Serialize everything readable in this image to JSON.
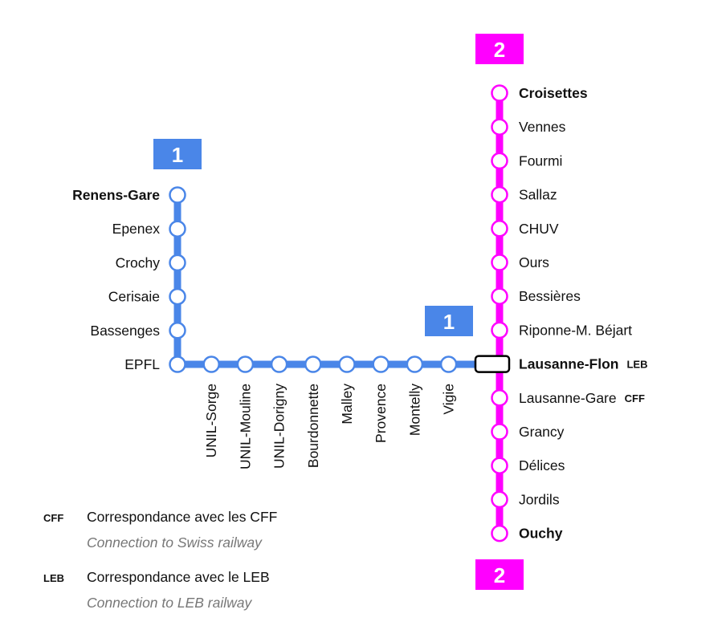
{
  "colors": {
    "line1": "#4a86e8",
    "line2": "#ff00ff",
    "station_fill": "#ffffff",
    "interchange_stroke": "#000000",
    "text": "#111111",
    "legend_sub_text": "#777777"
  },
  "line1": {
    "name": "1",
    "badges": [
      "1",
      "1"
    ],
    "vertical_stations": [
      {
        "name": "Renens-Gare",
        "bold": true
      },
      {
        "name": "Epenex",
        "bold": false
      },
      {
        "name": "Crochy",
        "bold": false
      },
      {
        "name": "Cerisaie",
        "bold": false
      },
      {
        "name": "Bassenges",
        "bold": false
      },
      {
        "name": "EPFL",
        "bold": false
      }
    ],
    "horizontal_stations": [
      {
        "name": "UNIL-Sorge"
      },
      {
        "name": "UNIL-Mouline"
      },
      {
        "name": "UNIL-Dorigny"
      },
      {
        "name": "Bourdonnette"
      },
      {
        "name": "Malley"
      },
      {
        "name": "Provence"
      },
      {
        "name": "Montelly"
      },
      {
        "name": "Vigie"
      }
    ]
  },
  "line2": {
    "name": "2",
    "badges": [
      "2",
      "2"
    ],
    "stations": [
      {
        "name": "Croisettes",
        "bold": true,
        "corr": ""
      },
      {
        "name": "Vennes",
        "bold": false,
        "corr": ""
      },
      {
        "name": "Fourmi",
        "bold": false,
        "corr": ""
      },
      {
        "name": "Sallaz",
        "bold": false,
        "corr": ""
      },
      {
        "name": "CHUV",
        "bold": false,
        "corr": ""
      },
      {
        "name": "Ours",
        "bold": false,
        "corr": ""
      },
      {
        "name": "Bessières",
        "bold": false,
        "corr": ""
      },
      {
        "name": "Riponne-M. Béjart",
        "bold": false,
        "corr": ""
      },
      {
        "name": "Lausanne-Flon",
        "bold": true,
        "corr": "LEB",
        "interchange": true
      },
      {
        "name": "Lausanne-Gare",
        "bold": false,
        "corr": "CFF"
      },
      {
        "name": "Grancy",
        "bold": false,
        "corr": ""
      },
      {
        "name": "Délices",
        "bold": false,
        "corr": ""
      },
      {
        "name": "Jordils",
        "bold": false,
        "corr": ""
      },
      {
        "name": "Ouchy",
        "bold": true,
        "corr": ""
      }
    ]
  },
  "legend": [
    {
      "tag": "CFF",
      "main": "Correspondance avec les CFF",
      "sub": "Connection to Swiss railway"
    },
    {
      "tag": "LEB",
      "main": "Correspondance avec le LEB",
      "sub": "Connection to LEB railway"
    }
  ]
}
